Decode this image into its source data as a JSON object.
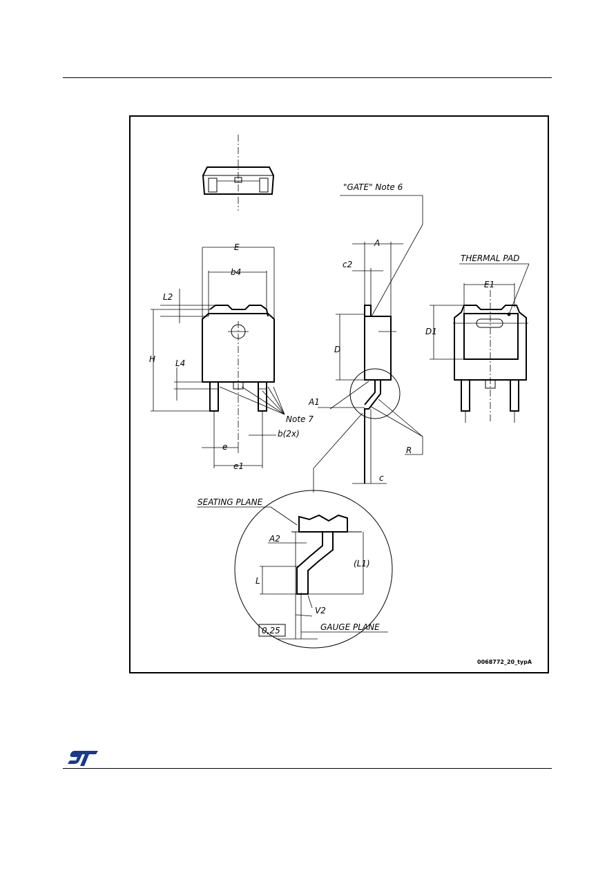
{
  "labels": {
    "gate_note": "\"GATE\" Note 6",
    "thermal_pad": "THERMAL PAD",
    "E": "E",
    "b4": "b4",
    "L2": "L2",
    "H": "H",
    "L4": "L4",
    "e": "e",
    "e1": "e1",
    "b2x": "b(2x)",
    "note7": "Note 7",
    "A": "A",
    "c2": "c2",
    "D": "D",
    "A1": "A1",
    "R": "R",
    "c": "c",
    "E1": "E1",
    "D1": "D1",
    "seating_plane": "SEATING PLANE",
    "A2": "A2",
    "L1": "(L1)",
    "L": "L",
    "V2": "V2",
    "gauge_value": "0,25",
    "gauge_plane": "GAUGE PLANE"
  },
  "drawing_code": "0068772_20_typA",
  "colors": {
    "ink": "#000000",
    "paper": "#ffffff",
    "logo": "#1a3b8c"
  },
  "logo": {
    "icon": "st-logo-icon"
  }
}
